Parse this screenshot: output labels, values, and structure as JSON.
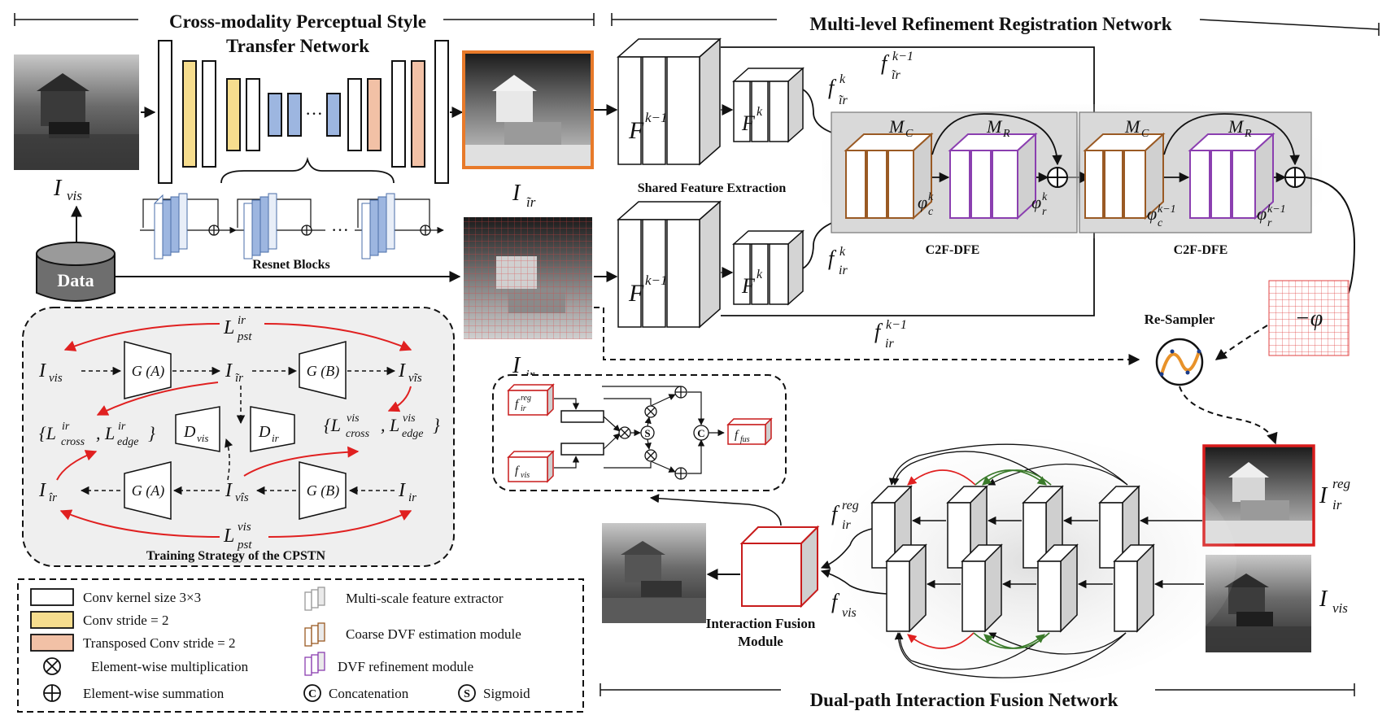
{
  "titles": {
    "cpstn_line1": "Cross-modality Perceptual Style",
    "cpstn_line2": "Transfer Network",
    "mrrn": "Multi-level Refinement Registration Network",
    "dpifn": "Dual-path Interaction Fusion Network"
  },
  "labels": {
    "i_vis": "I",
    "i_vis_sub": "vis",
    "i_ir_tilde": "I",
    "i_ir_tilde_sub": "ĩr",
    "i_ir": "I",
    "i_ir_sub": "ir",
    "i_ir_reg": "I",
    "i_ir_reg_sub": "ir",
    "i_ir_reg_sup": "reg",
    "data": "Data",
    "resnet_blocks": "Resnet Blocks",
    "ellipsis": "···",
    "shared_feature_extraction": "Shared Feature Extraction",
    "c2f_dfe_1": "C2F-DFE",
    "c2f_dfe_2": "C2F-DFE",
    "resampler": "Re-Sampler",
    "neg_phi": "−φ",
    "interaction_fusion_line1": "Interaction Fusion",
    "interaction_fusion_line2": "Module",
    "training_strategy": "Training Strategy of the CPSTN",
    "f_km1": "F",
    "f_km1_sup": "k−1",
    "f_k": "F",
    "f_k_sup": "k",
    "f_ir_tilde_k": "f",
    "f_ir_tilde_km1": "f",
    "f_ir_k": "f",
    "f_ir_km1": "f",
    "sub_ir_tilde": "ĩr",
    "sub_ir": "ir",
    "sup_k": "k",
    "sup_km1": "k−1",
    "mc": "M",
    "mc_sub": "C",
    "mr": "M",
    "mr_sub": "R",
    "phi_c_k": "φ",
    "phi_c_k_sub": "c",
    "phi_c_k_sup": "k",
    "phi_r_k": "φ",
    "phi_r_k_sub": "r",
    "phi_r_k_sup": "k",
    "phi_c_km1": "φ",
    "phi_c_km1_sub": "c",
    "phi_c_km1_sup": "k−1",
    "phi_r_km1": "φ",
    "phi_r_km1_sub": "r",
    "phi_r_km1_sup": "k−1",
    "f_ir_reg": "f",
    "f_ir_reg_sub": "ir",
    "f_ir_reg_sup": "reg",
    "f_vis": "f",
    "f_vis_sub": "vis",
    "ifm_f_ir_reg": "f",
    "ifm_f_ir_reg_sub": "ir",
    "ifm_f_ir_reg_sup": "reg",
    "ifm_f_vis": "f",
    "ifm_f_vis_sub": "vis",
    "ifm_f_fus": "f",
    "ifm_f_fus_sub": "fus",
    "ifm_s": "S",
    "ifm_c": "C",
    "ts_l_pst_ir": "L",
    "ts_l_pst_ir_sub": "pst",
    "ts_l_pst_ir_sup": "ir",
    "ts_l_pst_vis": "L",
    "ts_l_pst_vis_sub": "pst",
    "ts_l_pst_vis_sup": "vis",
    "ts_i_vis": "I",
    "ts_i_vis_sub": "vis",
    "ts_ga_top": "G (A)",
    "ts_i_ir_tilde": "I",
    "ts_i_ir_tilde_sub": "ĩr",
    "ts_gb_top": "G (B)",
    "ts_i_vis_tilde": "I",
    "ts_i_vis_tilde_sub": "vĩs",
    "ts_loss_left": "{L",
    "ts_loss_left_a_sub": "cross",
    "ts_loss_left_a_sup": "ir",
    "ts_loss_left_mid": ", L",
    "ts_loss_left_b_sub": "edge",
    "ts_loss_left_b_sup": "ir",
    "ts_loss_left_end": "}",
    "ts_d_vis": "D",
    "ts_d_vis_sub": "vis",
    "ts_d_ir": "D",
    "ts_d_ir_sub": "ir",
    "ts_loss_right": "{L",
    "ts_loss_right_a_sub": "cross",
    "ts_loss_right_a_sup": "vis",
    "ts_loss_right_mid": ", L",
    "ts_loss_right_b_sub": "edge",
    "ts_loss_right_b_sup": "vis",
    "ts_loss_right_end": "}",
    "ts_i_ir_hat": "I",
    "ts_i_ir_hat_sub": "îr",
    "ts_ga_bot": "G (A)",
    "ts_i_vis_hat": "I",
    "ts_i_vis_hat_sub": "vîs",
    "ts_gb_bot": "G (B)",
    "ts_i_ir": "I",
    "ts_i_ir_sub": "ir"
  },
  "legend": {
    "items": [
      {
        "label": "Conv kernel size 3×3"
      },
      {
        "label": "Conv stride = 2"
      },
      {
        "label": "Transposed  Conv stride = 2"
      },
      {
        "label": "Element-wise multiplication"
      },
      {
        "label": "Element-wise summation"
      },
      {
        "label": "Multi-scale feature extractor"
      },
      {
        "label": "Coarse DVF estimation module"
      },
      {
        "label": "DVF refinement module"
      },
      {
        "label": "Concatenation"
      },
      {
        "label": "Sigmoid"
      }
    ],
    "concat_symbol": "C",
    "sigmoid_symbol": "S"
  },
  "colors": {
    "conv_stride": "#f6dd8e",
    "transposed_conv": "#f2c1a6",
    "resnet_blue": "#9db6e0",
    "coarse_module": "#9a5a24",
    "refine_module": "#8b3fb0",
    "ir_image_border": "#e87a2a",
    "reg_image_border": "#d81c1c",
    "red_arrow": "#e02020",
    "green_arrow": "#3a7a2a",
    "panel_gray": "#d9d9d9",
    "training_bg": "#efefef"
  }
}
